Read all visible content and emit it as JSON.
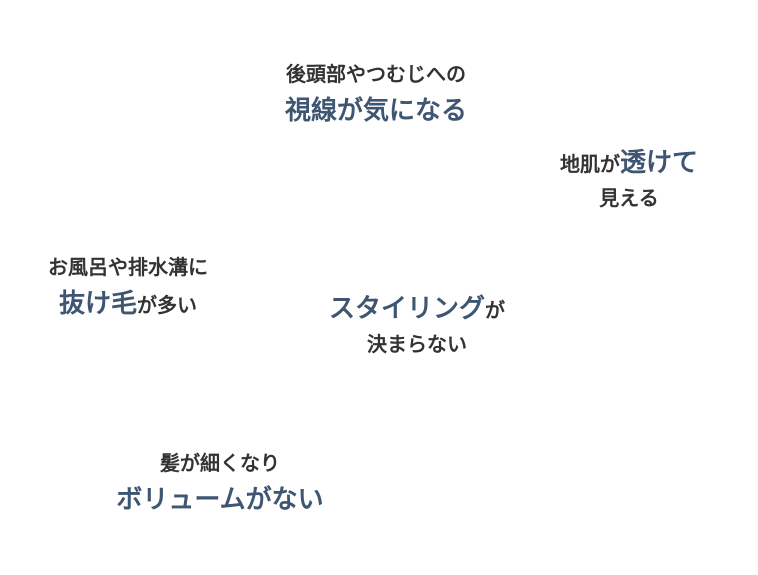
{
  "concerns": [
    {
      "line1": "後頭部やつむじへの",
      "line2": "視線が気になる"
    },
    {
      "line1_plain": "地肌が",
      "line1_emphasis": "透けて",
      "line2": "見える"
    },
    {
      "line1": "お風呂や排水溝に",
      "line2_emphasis": "抜け毛",
      "line2_plain": "が多い"
    },
    {
      "line1_emphasis": "スタイリング",
      "line1_plain": "が",
      "line2": "決まらない"
    },
    {
      "line1": "髪が細くなり",
      "line2": "ボリュームがない"
    }
  ],
  "colors": {
    "text_dark": "#333333",
    "text_emphasis": "#3e5672",
    "background": "#ffffff"
  }
}
